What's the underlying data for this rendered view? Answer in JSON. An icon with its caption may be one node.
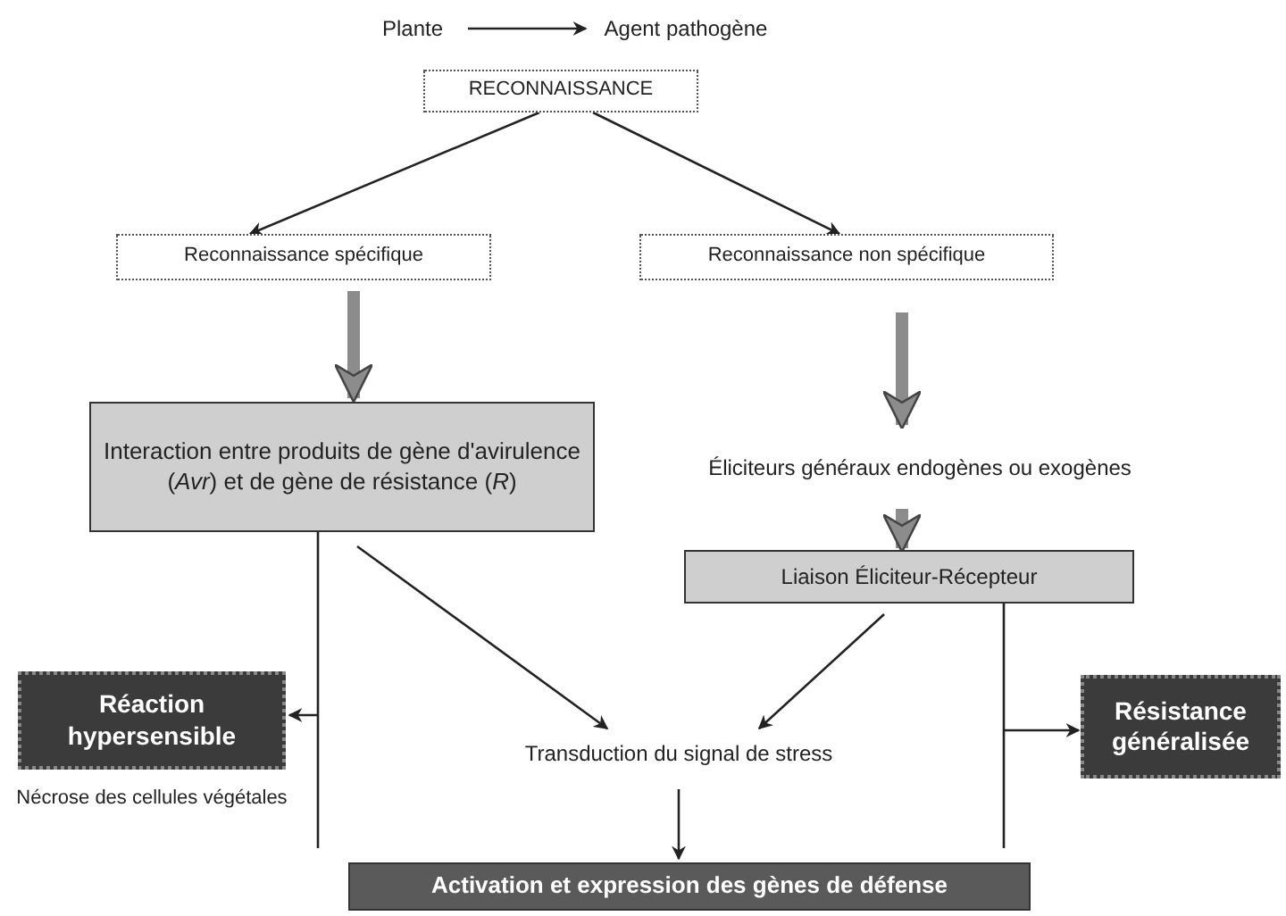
{
  "diagram": {
    "nodes": [
      {
        "text": [
          "Plante"
        ]
      },
      {
        "text": [
          "Agent pathogène"
        ]
      },
      {
        "text": [
          "RECONNAISSANCE"
        ]
      },
      {
        "text": [
          "Reconnaissance spécifique"
        ]
      },
      {
        "text": [
          "Reconnaissance non spécifique"
        ]
      },
      {
        "text": [
          "Interaction entre produits de gène d'avirulence (*Avr*) et de gène de résistance (*R*)"
        ]
      },
      {
        "text": [
          "Éliciteurs généraux endogènes ou exogènes"
        ]
      },
      {
        "text": [
          "Liaison Éliciteur-Récepteur"
        ]
      },
      {
        "text": [
          "Réaction hypersensible"
        ],
        "beside": [
          "Nécrose des cellules végétales"
        ]
      },
      {
        "text": [
          "Transduction du signal de stress"
        ]
      },
      {
        "text": [
          "Résistance généralisée"
        ]
      },
      {
        "text": [
          "Activation et expression des gènes de défense"
        ]
      }
    ],
    "edges": [
      {
        "from": 0,
        "to": 1,
        "arrow": "to"
      },
      {
        "from": 2,
        "to": 3,
        "arrow": "to"
      },
      {
        "from": 2,
        "to": 4,
        "arrow": "to"
      },
      {
        "from": 3,
        "to": 5,
        "arrow": "to",
        "style": "thick",
        "color": "#8c8c8c"
      },
      {
        "from": 4,
        "to": 6,
        "arrow": "to",
        "style": "thick",
        "color": "#8c8c8c"
      },
      {
        "from": 6,
        "to": 7,
        "arrow": "to",
        "style": "thick",
        "color": "#8c8c8c"
      },
      {
        "from": 5,
        "to": 9,
        "arrow": "to"
      },
      {
        "from": 7,
        "to": 9,
        "arrow": "to"
      },
      {
        "from": 5,
        "to": 8,
        "arrow": "to"
      },
      {
        "from": 7,
        "to": 10,
        "arrow": "to"
      },
      {
        "from": 9,
        "to": 11,
        "arrow": "to"
      }
    ]
  }
}
